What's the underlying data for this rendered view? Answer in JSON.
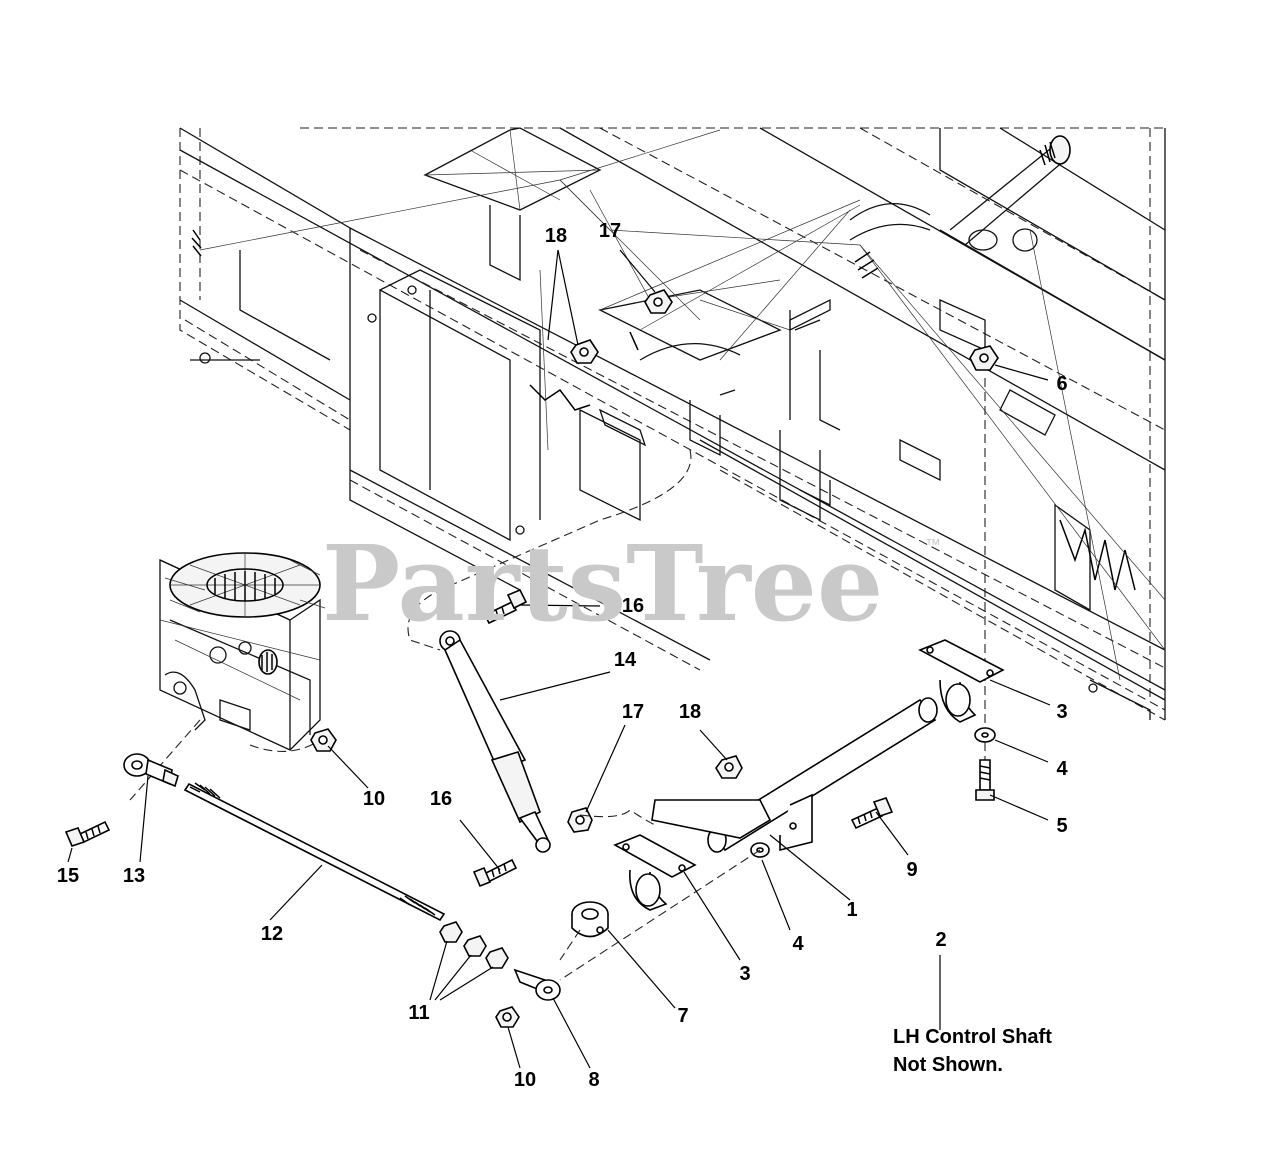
{
  "watermark": {
    "text": "PartsTree",
    "trademark": "™"
  },
  "callouts": {
    "c1": "1",
    "c2": "2",
    "c3a": "3",
    "c3b": "3",
    "c4a": "4",
    "c4b": "4",
    "c5": "5",
    "c6": "6",
    "c7": "7",
    "c8": "8",
    "c9": "9",
    "c10a": "10",
    "c10b": "10",
    "c11": "11",
    "c12": "12",
    "c13": "13",
    "c14": "14",
    "c15": "15",
    "c16a": "16",
    "c16b": "16",
    "c17a": "17",
    "c17b": "17",
    "c18a": "18",
    "c18b": "18"
  },
  "note": {
    "line1": "LH Control Shaft",
    "line2": "Not Shown."
  }
}
